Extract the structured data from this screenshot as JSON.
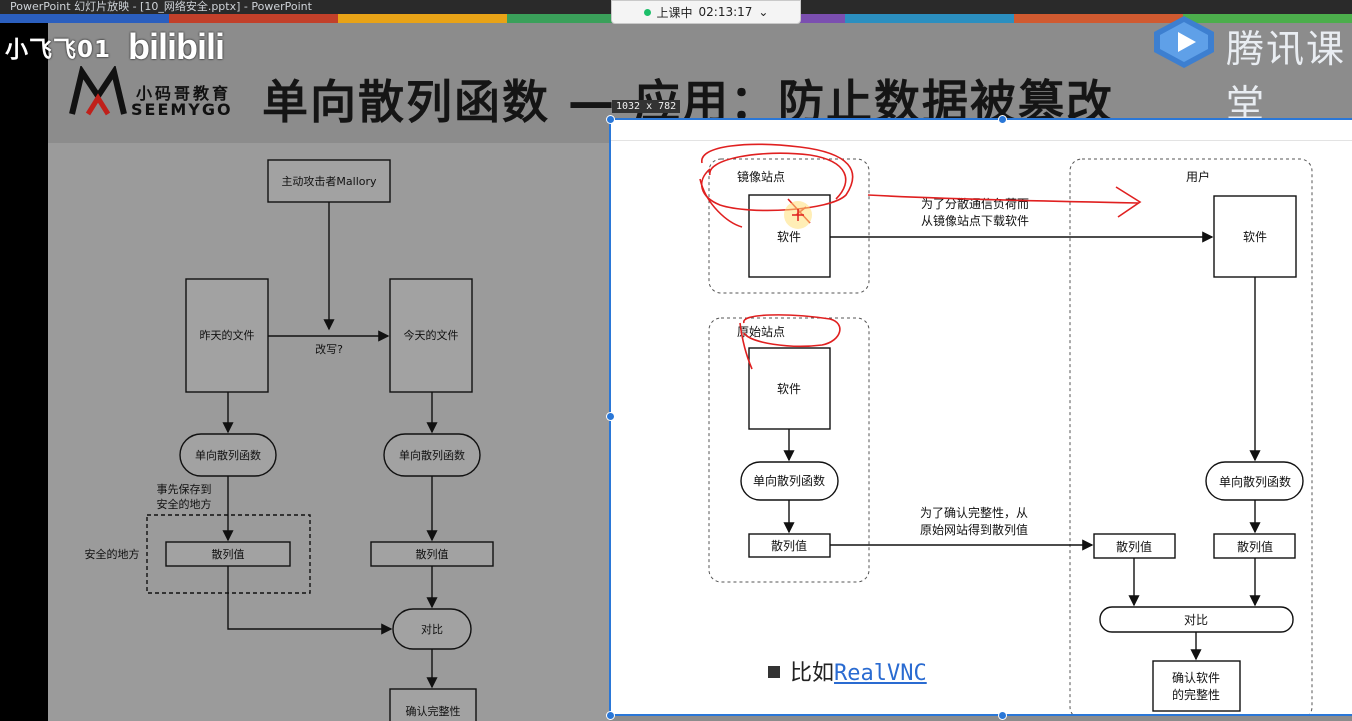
{
  "window": {
    "title": "PowerPoint 幻灯片放映 - [10_网络安全.pptx] - PowerPoint"
  },
  "class_status": {
    "label": "上课中",
    "time": "02:13:17",
    "caret": "⌄"
  },
  "watermark": {
    "uploader": "小飞飞01",
    "site": "bilibili"
  },
  "brand": {
    "cn": "小码哥教育",
    "en": "SEEMYGO"
  },
  "tencent": {
    "text": "腾讯课堂"
  },
  "slide": {
    "title": "单向散列函数 — 应用：防止数据被篡改"
  },
  "dimension_tip": "1032 x 782",
  "left_diagram": {
    "attacker": "主动攻击者Mallory",
    "yesterday_file": "昨天的文件",
    "today_file": "今天的文件",
    "modify": "改写?",
    "hash_func_left": "单向散列函数",
    "hash_func_right": "单向散列函数",
    "save_note_1": "事先保存到",
    "save_note_2": "安全的地方",
    "safe_place": "安全的地方",
    "hash_value_left": "散列值",
    "hash_value_right": "散列值",
    "compare": "对比",
    "confirm": "确认完整性"
  },
  "right_diagram": {
    "mirror_site": "镜像站点",
    "software_mirror": "软件",
    "note_mirror_1": "为了分散通信负荷而",
    "note_mirror_2": "从镜像站点下载软件",
    "user": "用户",
    "software_user": "软件",
    "origin_site": "原始站点",
    "software_origin": "软件",
    "hash_func_origin": "单向散列函数",
    "hash_func_user": "单向散列函数",
    "hash_value_origin": "散列值",
    "note_origin_1": "为了确认完整性，从",
    "note_origin_2": "原始网站得到散列值",
    "hash_value_received": "散列值",
    "hash_value_user": "散列值",
    "compare": "对比",
    "confirm_1": "确认软件",
    "confirm_2": "的完整性"
  },
  "example": {
    "prefix": "比如",
    "link": "RealVNC"
  },
  "colors": {
    "selection": "#2a77d7",
    "annotation": "#e02020",
    "link": "#2a6bd1"
  }
}
